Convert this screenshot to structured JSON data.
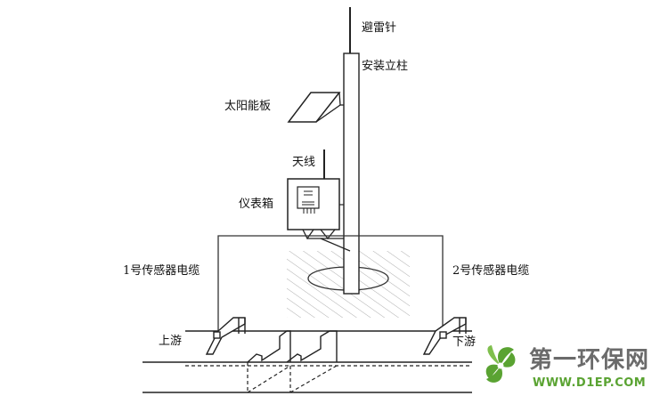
{
  "labels": {
    "lightning_rod": "避雷针",
    "mounting_pole": "安装立柱",
    "solar_panel": "太阳能板",
    "antenna": "天线",
    "instrument_box": "仪表箱",
    "sensor1_cable": "1号传感器电缆",
    "sensor2_cable": "2号传感器电缆",
    "upstream": "上游",
    "downstream": "下游"
  },
  "watermark": {
    "name_cn": "第一环保网",
    "name_en": "WWW.D1EP.COM",
    "colors": {
      "green": "#5aa332",
      "gray": "#6b6b6b"
    }
  }
}
